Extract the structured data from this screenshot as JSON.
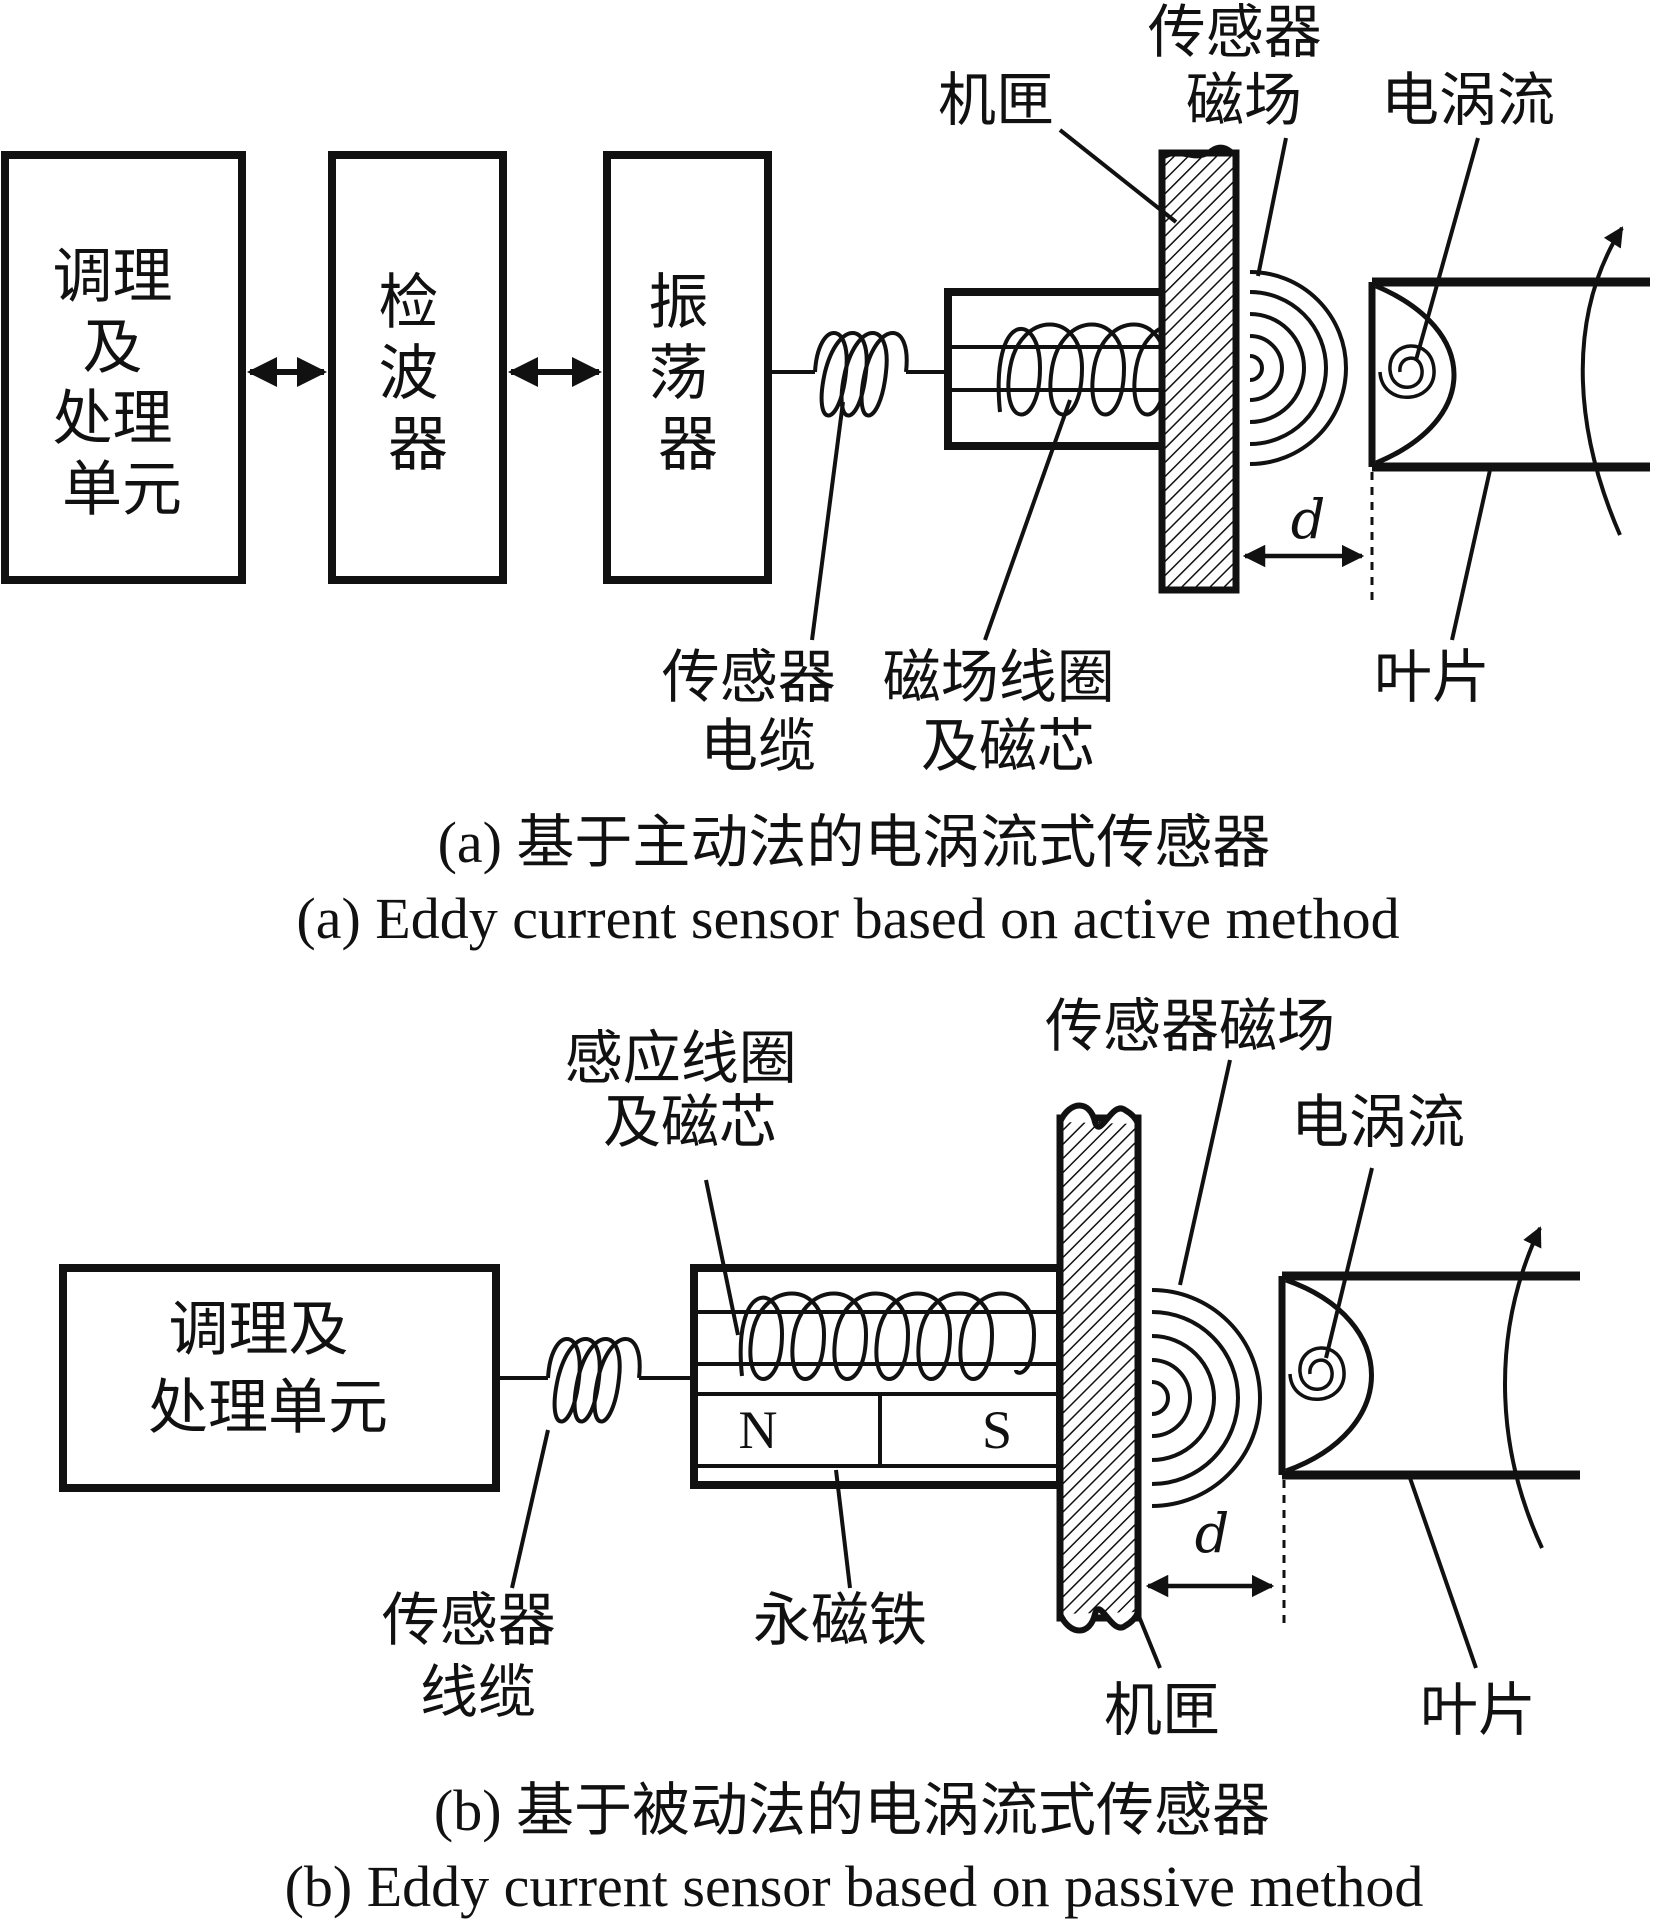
{
  "colors": {
    "ink": "#111111",
    "paper": "#ffffff"
  },
  "panel_a": {
    "blocks": {
      "conditioning_unit": [
        "调理",
        "及",
        "处理",
        "单元"
      ],
      "detector": [
        "检",
        "波",
        "器"
      ],
      "oscillator": [
        "振",
        "荡",
        "器"
      ]
    },
    "labels": {
      "casing": "机匣",
      "sensor_field": [
        "传感器",
        "磁场"
      ],
      "eddy_current": "电涡流",
      "cable": [
        "传感器",
        "电缆"
      ],
      "coil": [
        "磁场线圈",
        "及磁芯"
      ],
      "blade": "叶片",
      "gap": "d"
    },
    "caption_cn": "(a) 基于主动法的电涡流式传感器",
    "caption_en": "(a) Eddy current sensor based on active method"
  },
  "panel_b": {
    "blocks": {
      "conditioning_unit": [
        "调理及",
        "处理单元"
      ]
    },
    "labels": {
      "induction_coil": [
        "感应线圈",
        "及磁芯"
      ],
      "sensor_field": "传感器磁场",
      "eddy_current": "电涡流",
      "cable": [
        "传感器",
        "线缆"
      ],
      "magnet": "永磁铁",
      "pole_n": "N",
      "pole_s": "S",
      "casing": "机匣",
      "blade": "叶片",
      "gap": "d"
    },
    "caption_cn": "(b) 基于被动法的电涡流式传感器",
    "caption_en": "(b) Eddy current sensor based on passive method"
  }
}
